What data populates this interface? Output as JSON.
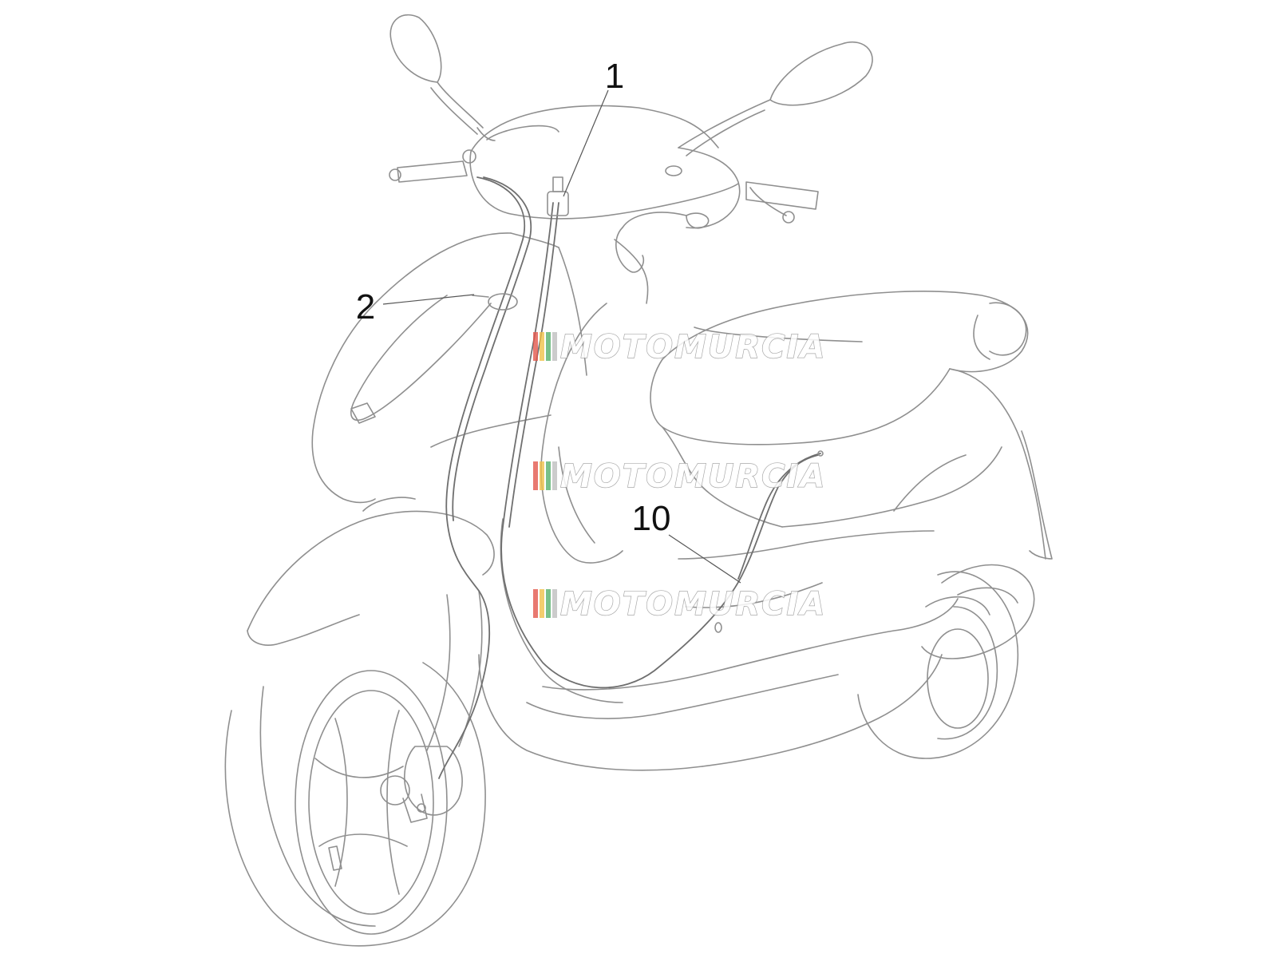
{
  "callouts": [
    {
      "id": "1",
      "label": "1"
    },
    {
      "id": "2",
      "label": "2"
    },
    {
      "id": "10",
      "label": "10"
    }
  ],
  "watermark": {
    "text": "MOTOMURCIA",
    "stripe_colors": [
      "#e2574c",
      "#f0c24a",
      "#58b06c",
      "#bfbfbf"
    ]
  },
  "colors": {
    "outline": "#8f8f8f",
    "cable": "#6f6f6f",
    "label": "#111111"
  }
}
